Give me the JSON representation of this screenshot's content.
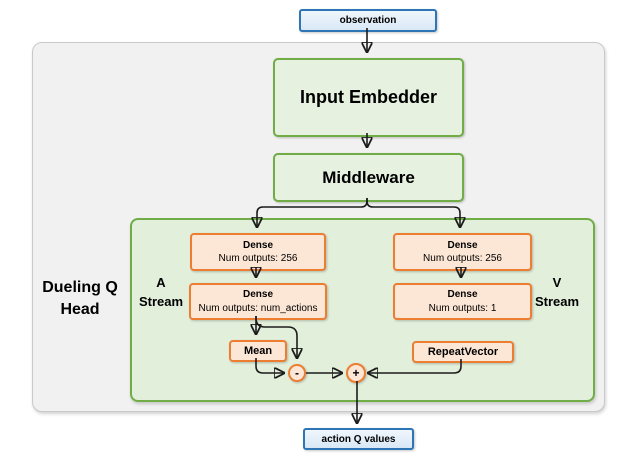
{
  "nodes": {
    "observation": "observation",
    "input_embedder": "Input Embedder",
    "middleware": "Middleware",
    "mean": "Mean",
    "repeat_vector": "RepeatVector",
    "action_q_values": "action Q values"
  },
  "labels": {
    "dueling_q_head": {
      "line1": "Dueling Q",
      "line2": "Head"
    },
    "a_stream": {
      "line1": "A",
      "line2": "Stream"
    },
    "v_stream": {
      "line1": "V",
      "line2": "Stream"
    }
  },
  "dense_layers": {
    "a_stream": [
      {
        "title": "Dense",
        "subtitle": "Num outputs: 256"
      },
      {
        "title": "Dense",
        "subtitle": "Num outputs: num_actions"
      }
    ],
    "v_stream": [
      {
        "title": "Dense",
        "subtitle": "Num outputs: 256"
      },
      {
        "title": "Dense",
        "subtitle": "Num outputs: 1"
      }
    ]
  },
  "operators": {
    "subtract": "-",
    "add": "+"
  },
  "colors": {
    "io_border": "#2e75b6",
    "io_fill": "#d9e8f6",
    "green_border": "#70ad47",
    "green_fill": "#e6f1df",
    "container_fill": "#e2efda",
    "orange_border": "#ed7d31",
    "orange_fill": "#fce6d5",
    "outer_fill": "#f1f1f1",
    "outer_border": "#c9c9c9",
    "arrow": "#1c1c1c"
  }
}
